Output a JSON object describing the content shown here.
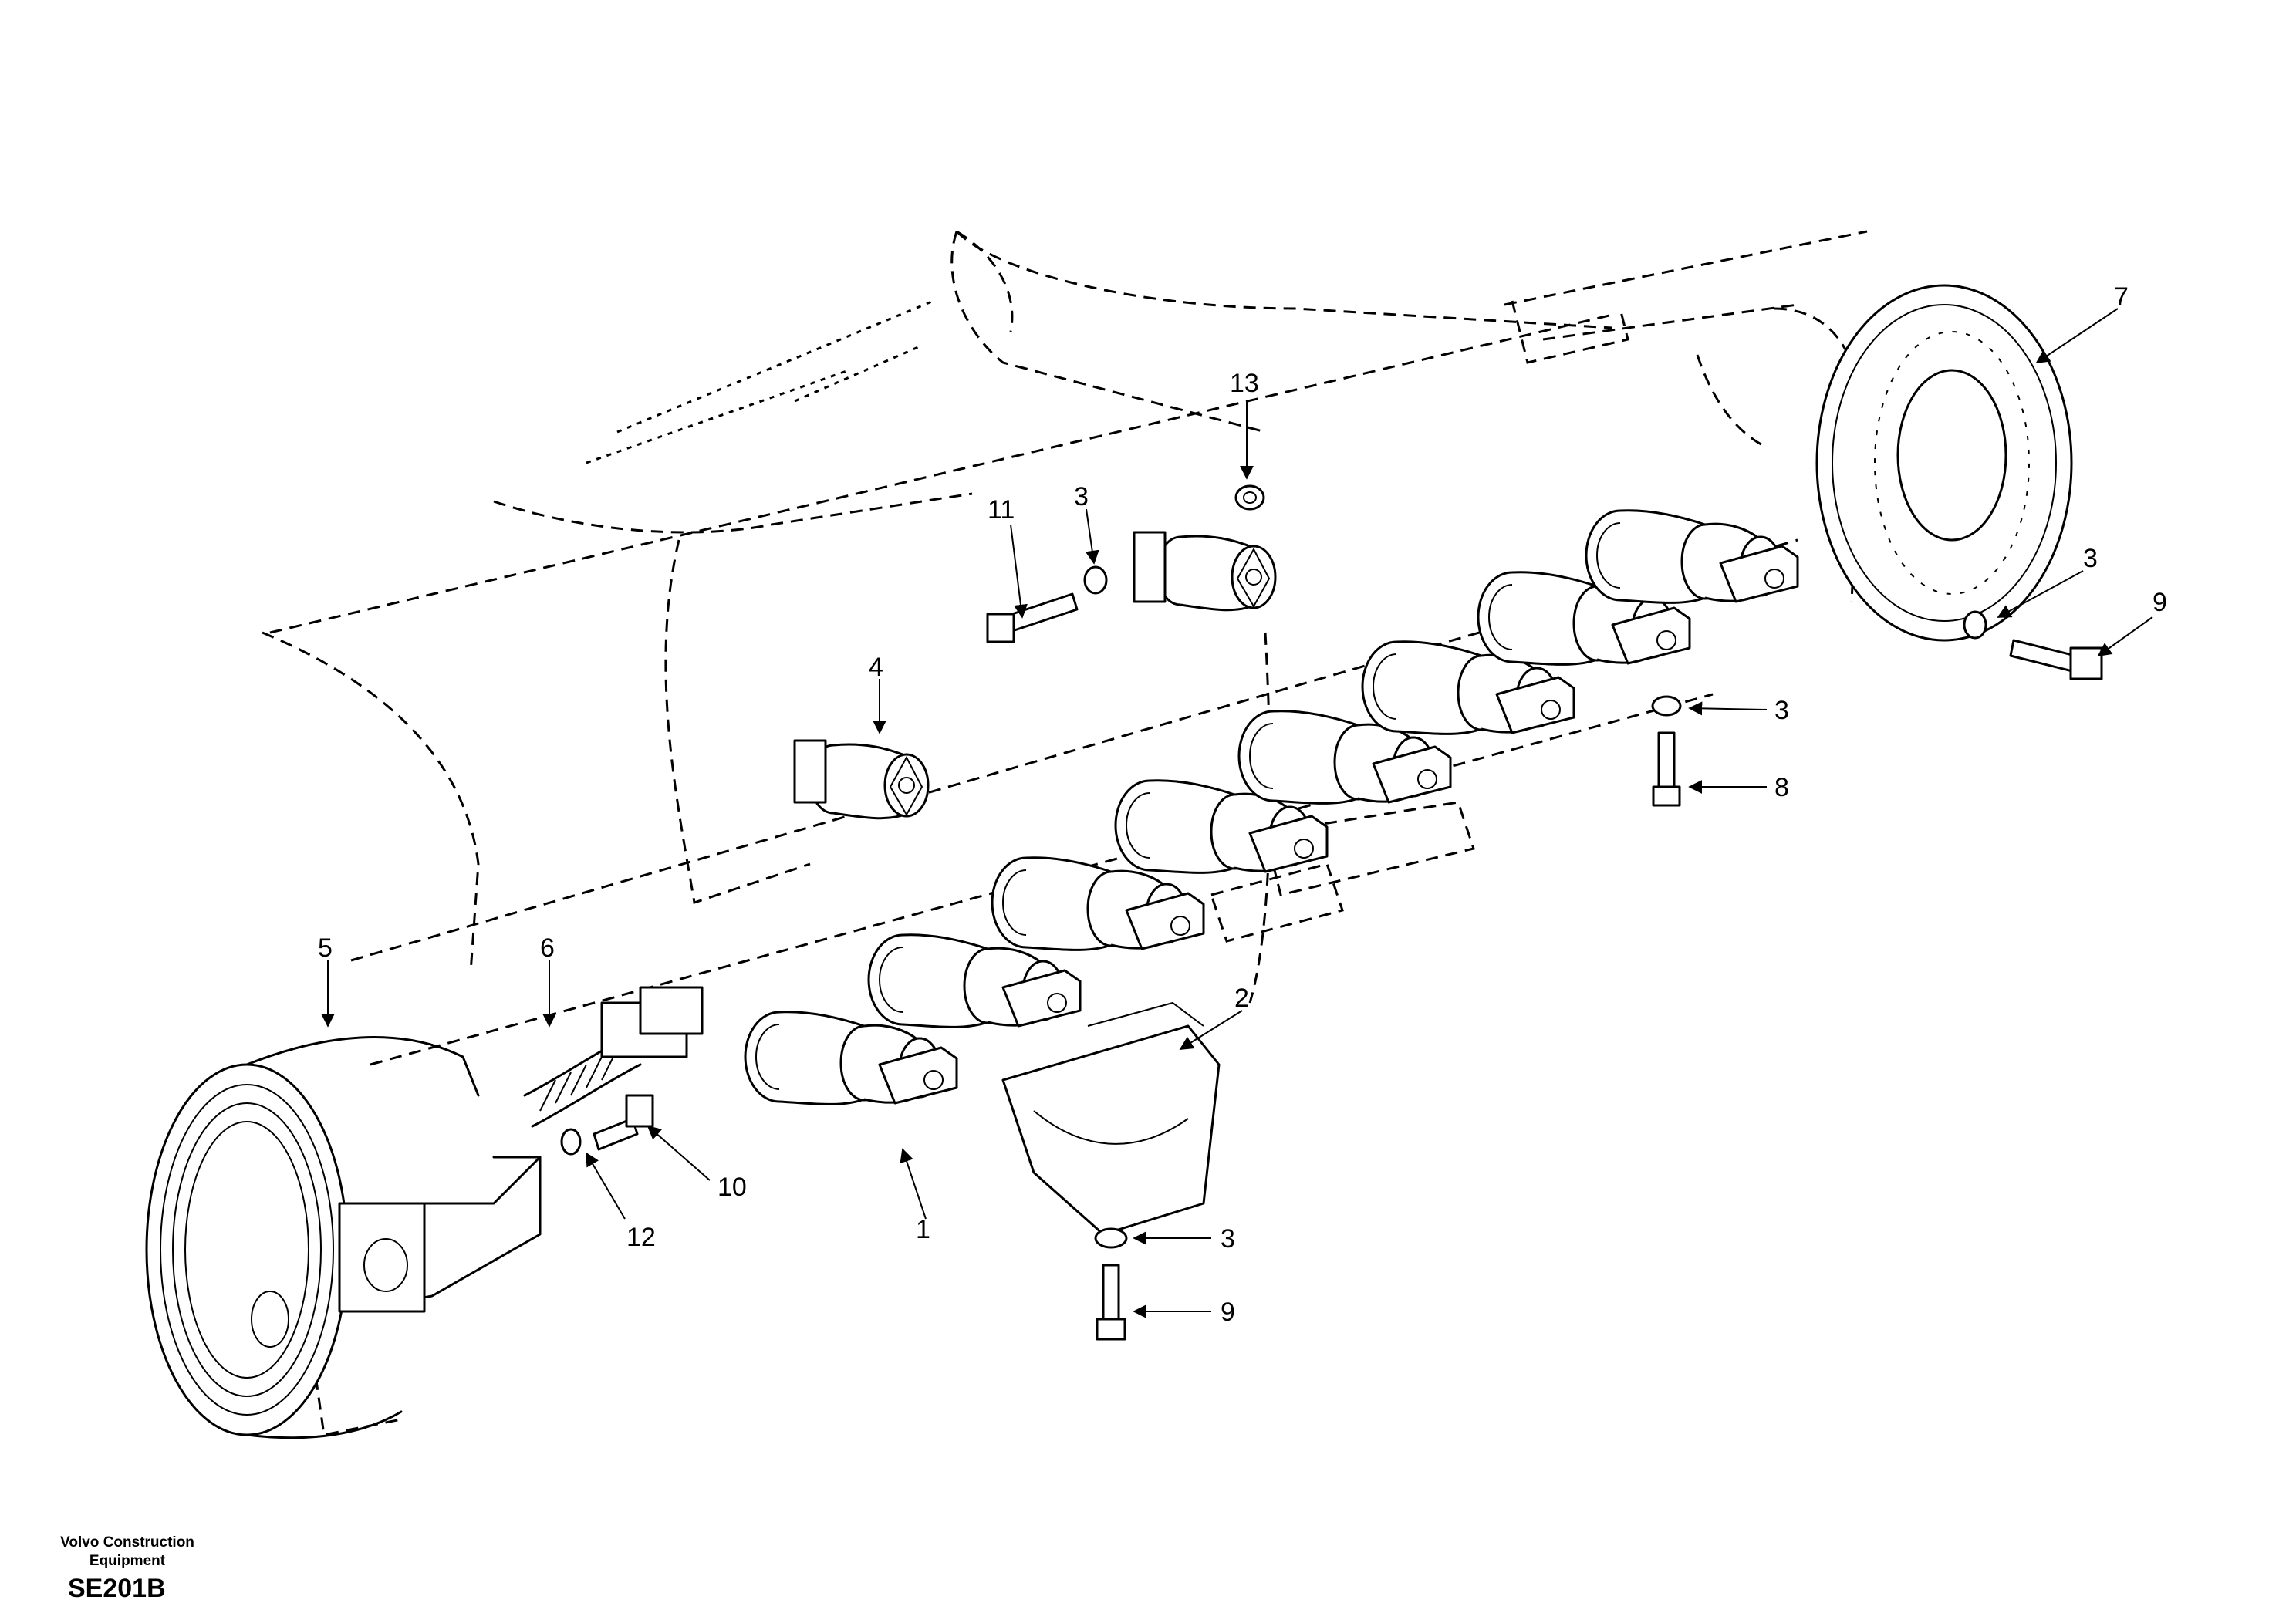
{
  "callouts": [
    "1",
    "2",
    "3",
    "4",
    "5",
    "6",
    "7",
    "8",
    "9",
    "10",
    "11",
    "12",
    "13"
  ],
  "footer": {
    "brand_line1": "Volvo Construction",
    "brand_line2": "Equipment",
    "diagram_code": "SE201B"
  }
}
